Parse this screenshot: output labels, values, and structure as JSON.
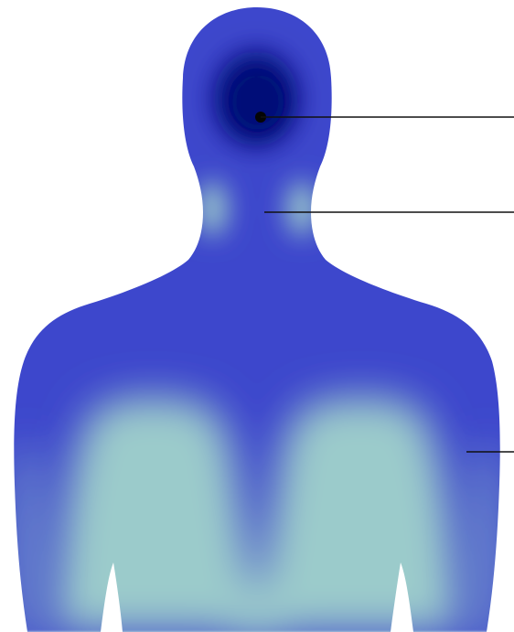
{
  "figure": {
    "type": "body-heatmap-diagram",
    "view": "back",
    "region_colors": {
      "background": "#ffffff",
      "low_intensity": "#9bcbcb",
      "medium_intensity": "#3d47cc",
      "high_intensity": "#040a78"
    },
    "pointers": [
      {
        "target": "head",
        "marker": "dot"
      },
      {
        "target": "neck",
        "marker": "none"
      },
      {
        "target": "upper-arm",
        "marker": "none"
      }
    ]
  }
}
